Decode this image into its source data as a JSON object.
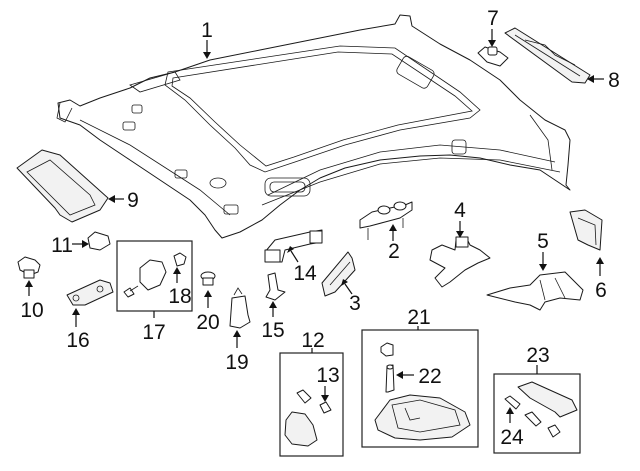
{
  "diagram": {
    "title": "Headliner & Components — exploded parts view",
    "callouts": [
      {
        "id": "1",
        "label": "1",
        "part": "headliner"
      },
      {
        "id": "2",
        "label": "2",
        "part": "bracket"
      },
      {
        "id": "3",
        "label": "3",
        "part": "insulator"
      },
      {
        "id": "4",
        "label": "4",
        "part": "bracket"
      },
      {
        "id": "5",
        "label": "5",
        "part": "insulator"
      },
      {
        "id": "6",
        "label": "6",
        "part": "bracket"
      },
      {
        "id": "7",
        "label": "7",
        "part": "clip"
      },
      {
        "id": "8",
        "label": "8",
        "part": "trim-panel"
      },
      {
        "id": "9",
        "label": "9",
        "part": "sunvisor-cover"
      },
      {
        "id": "10",
        "label": "10",
        "part": "retainer"
      },
      {
        "id": "11",
        "label": "11",
        "part": "clip"
      },
      {
        "id": "12",
        "label": "12",
        "part": "reading-lamp"
      },
      {
        "id": "13",
        "label": "13",
        "part": "bulb"
      },
      {
        "id": "14",
        "label": "14",
        "part": "grab-handle"
      },
      {
        "id": "15",
        "label": "15",
        "part": "bracket"
      },
      {
        "id": "16",
        "label": "16",
        "part": "handle-bracket"
      },
      {
        "id": "17",
        "label": "17",
        "part": "sunvisor-bracket"
      },
      {
        "id": "18",
        "label": "18",
        "part": "clip"
      },
      {
        "id": "19",
        "label": "19",
        "part": "bracket"
      },
      {
        "id": "20",
        "label": "20",
        "part": "nut"
      },
      {
        "id": "21",
        "label": "21",
        "part": "overhead-console"
      },
      {
        "id": "22",
        "label": "22",
        "part": "bulb"
      },
      {
        "id": "23",
        "label": "23",
        "part": "dome-lamp"
      },
      {
        "id": "24",
        "label": "24",
        "part": "bulb"
      }
    ],
    "groups": [
      {
        "id": "17",
        "contains": [
          "18"
        ]
      },
      {
        "id": "12",
        "contains": [
          "13"
        ]
      },
      {
        "id": "21",
        "contains": [
          "22"
        ]
      },
      {
        "id": "23",
        "contains": [
          "24"
        ]
      }
    ]
  }
}
